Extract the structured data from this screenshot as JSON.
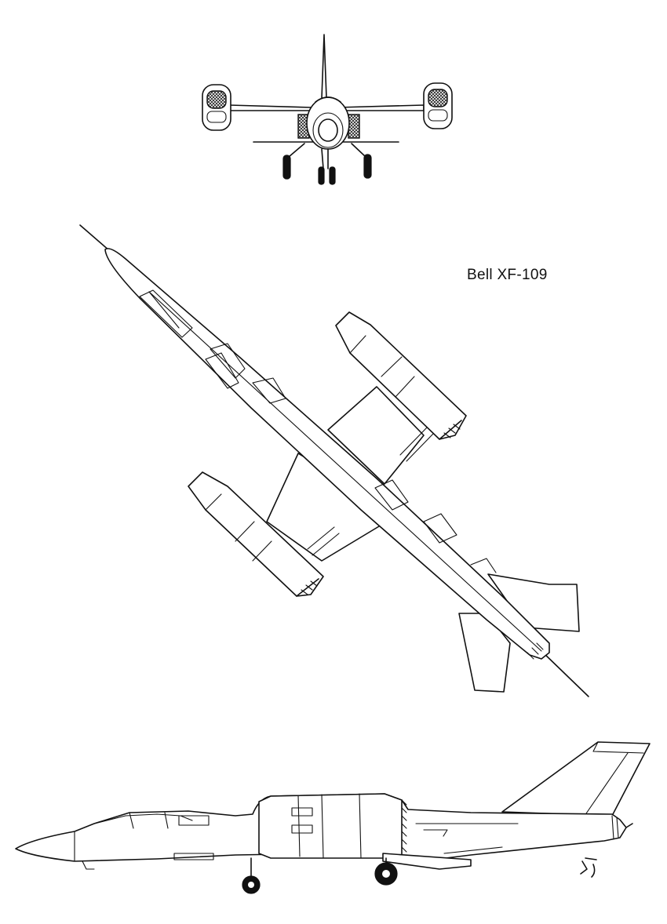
{
  "drawing": {
    "title": "Bell XF-109",
    "views": {
      "front": "front-view",
      "top": "top-view",
      "side": "side-view"
    },
    "signature": "signature-mark"
  }
}
